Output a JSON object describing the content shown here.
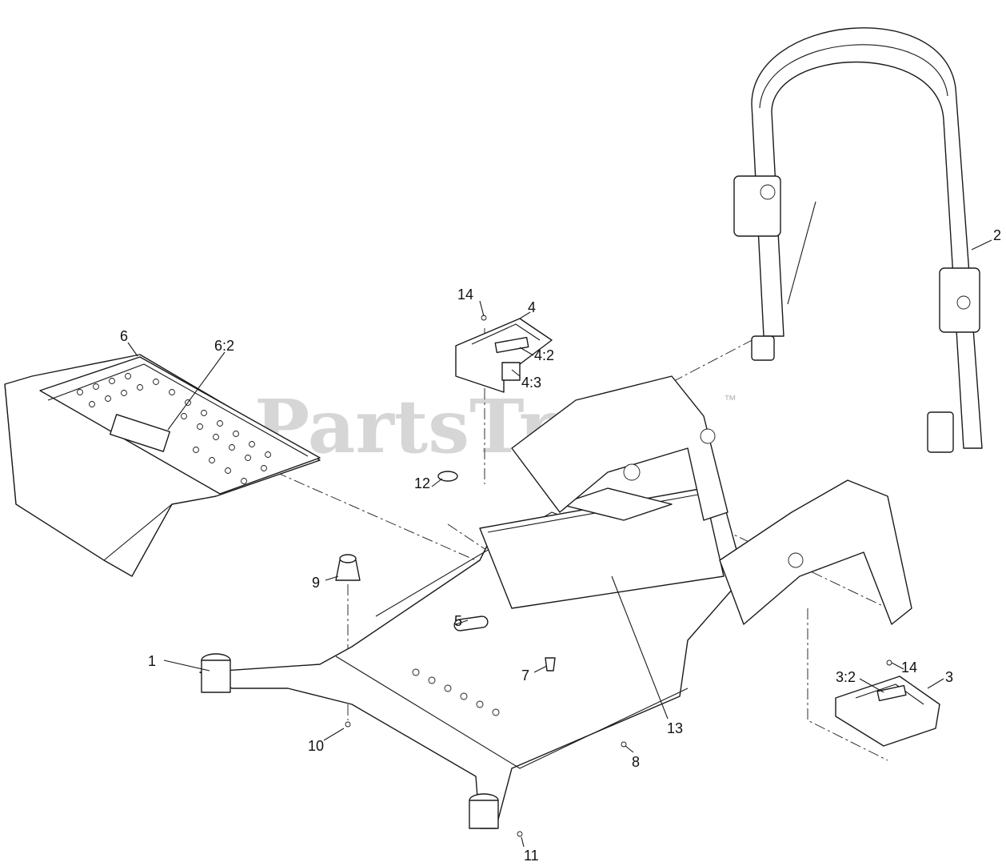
{
  "watermark": {
    "text": "PartsTree",
    "trademark": "™"
  },
  "callouts": [
    {
      "id": "c1",
      "label": "1"
    },
    {
      "id": "c2",
      "label": "2"
    },
    {
      "id": "c3",
      "label": "3"
    },
    {
      "id": "c3-2",
      "label": "3:2"
    },
    {
      "id": "c4",
      "label": "4"
    },
    {
      "id": "c4-2",
      "label": "4:2"
    },
    {
      "id": "c4-3",
      "label": "4:3"
    },
    {
      "id": "c5",
      "label": "5"
    },
    {
      "id": "c6",
      "label": "6"
    },
    {
      "id": "c6-2",
      "label": "6:2"
    },
    {
      "id": "c7",
      "label": "7"
    },
    {
      "id": "c8",
      "label": "8"
    },
    {
      "id": "c9",
      "label": "9"
    },
    {
      "id": "c10",
      "label": "10"
    },
    {
      "id": "c11",
      "label": "11"
    },
    {
      "id": "c12",
      "label": "12"
    },
    {
      "id": "c13",
      "label": "13"
    },
    {
      "id": "c14a",
      "label": "14"
    },
    {
      "id": "c14b",
      "label": "14"
    }
  ]
}
